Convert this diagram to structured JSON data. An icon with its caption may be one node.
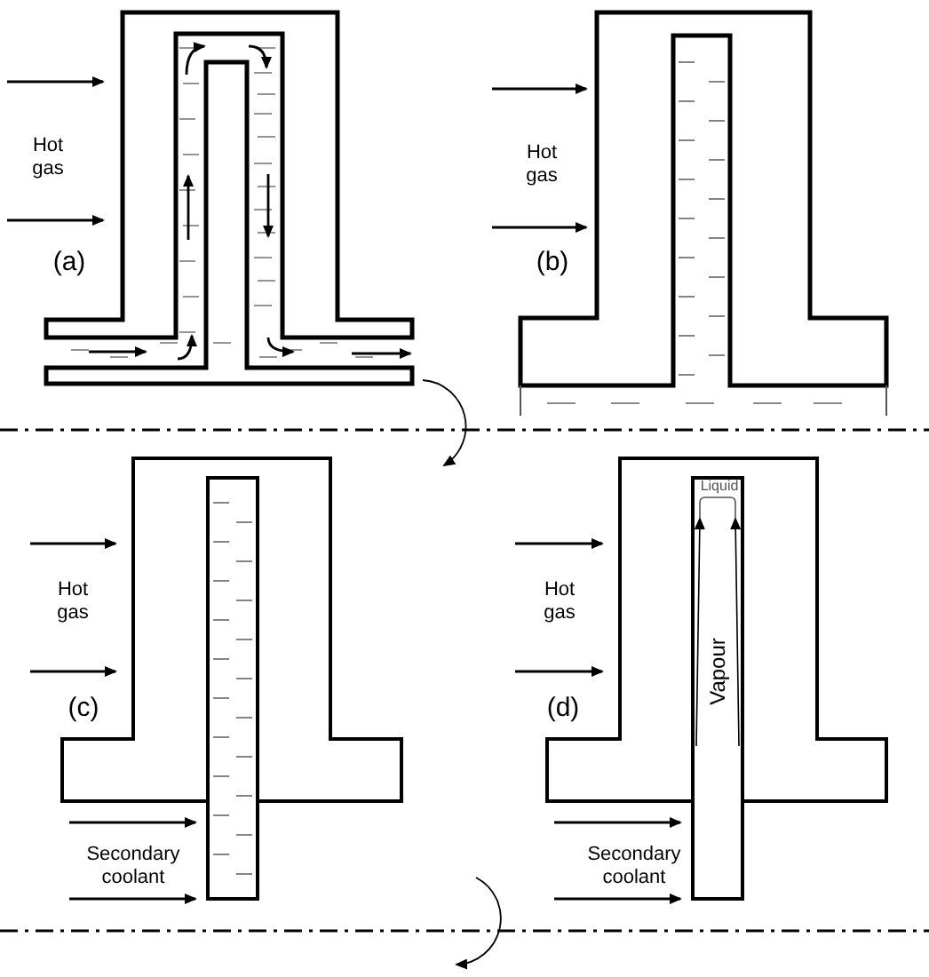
{
  "diagram": {
    "labels": [
      "Hot gas",
      "(a)",
      "Hot gas",
      "(b)",
      "Hot gas",
      "(c)",
      "Liquid",
      "Hot gas",
      "Vapour",
      "(d)",
      "Secondary coolant",
      "Secondary coolant"
    ]
  }
}
